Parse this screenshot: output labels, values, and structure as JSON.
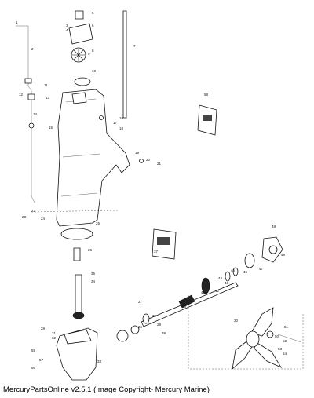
{
  "caption": "MercuryPartsOnline v2.5.1 (Image Copyright- Mercury Marine)",
  "callouts": [
    "1",
    "2",
    "3",
    "4",
    "5",
    "6",
    "7",
    "8",
    "9",
    "10",
    "11",
    "12",
    "13",
    "14",
    "15",
    "16",
    "17",
    "18",
    "19",
    "20",
    "21",
    "22",
    "23",
    "24",
    "25",
    "26",
    "27",
    "28",
    "29",
    "30",
    "31",
    "32",
    "33",
    "34",
    "35",
    "36",
    "37",
    "38",
    "39",
    "40",
    "41",
    "42",
    "43",
    "44",
    "45",
    "46",
    "47",
    "48",
    "49",
    "50",
    "51",
    "52",
    "53",
    "54",
    "55",
    "56",
    "57",
    "58"
  ]
}
